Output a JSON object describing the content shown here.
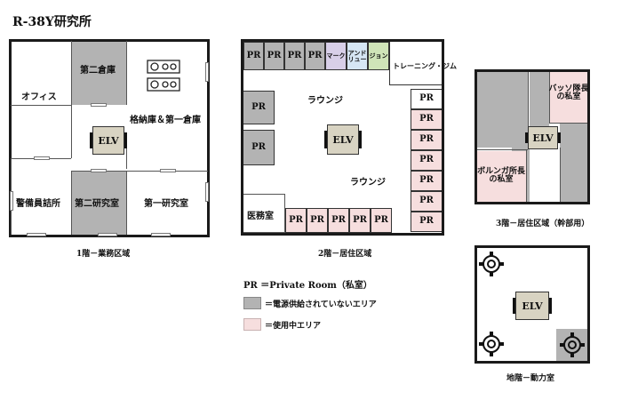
{
  "title": "R-38Y研究所",
  "floor1": {
    "caption": "1階－業務区域",
    "rooms": {
      "office": "オフィス",
      "second_warehouse": "第二倉庫",
      "storage": "格納庫＆第一倉庫",
      "guard": "警備員詰所",
      "second_lab": "第二研究室",
      "first_lab": "第一研究室"
    },
    "elv": "ELV"
  },
  "floor2": {
    "caption": "2階－居住区域",
    "top_row": [
      "PR",
      "PR",
      "PR",
      "PR",
      "マーク",
      "アンド\nリュー",
      "ジョン"
    ],
    "training": "トレーニング・ジム",
    "lounge1": "ラウンジ",
    "lounge2": "ラウンジ",
    "left_pr": [
      "PR",
      "PR"
    ],
    "right_pr": [
      "PR",
      "PR",
      "PR",
      "PR",
      "PR",
      "PR",
      "PR"
    ],
    "bottom_pr": [
      "PR",
      "PR",
      "PR",
      "PR",
      "PR"
    ],
    "infirmary": "医務室",
    "elv": "ELV"
  },
  "floor3": {
    "caption": "3階－居住区域（幹部用）",
    "bassoon": "バッソ隊長\nの私室",
    "borunga": "ボルンガ所長\nの私室",
    "elv": "ELV"
  },
  "basement": {
    "caption": "地階－動力室",
    "elv": "ELV"
  },
  "legend": {
    "pr": "PR ＝Private Room（私室）",
    "grey": "＝電源供給されていないエリア",
    "pink": "＝使用中エリア"
  },
  "colors": {
    "unpowered": "#b3b3b3",
    "in_use": "#f6dede",
    "elv": "#d8d3c2"
  }
}
